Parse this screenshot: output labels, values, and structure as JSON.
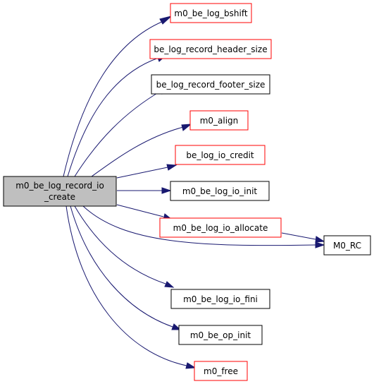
{
  "colors": {
    "edge": "#191970",
    "border_linked": "#ff0000",
    "border_plain": "#000000",
    "root_fill": "#bfbfbf",
    "node_fill": "#ffffff"
  },
  "root": {
    "label_line1": "m0_be_log_record_io",
    "label_line2": "_create"
  },
  "nodes": {
    "bshift": "m0_be_log_bshift",
    "header_size": "be_log_record_header_size",
    "footer_size": "be_log_record_footer_size",
    "align": "m0_align",
    "io_credit": "be_log_io_credit",
    "io_init": "m0_be_log_io_init",
    "io_allocate": "m0_be_log_io_allocate",
    "m0_rc": "M0_RC",
    "io_fini": "m0_be_log_io_fini",
    "op_init": "m0_be_op_init",
    "free": "m0_free"
  }
}
